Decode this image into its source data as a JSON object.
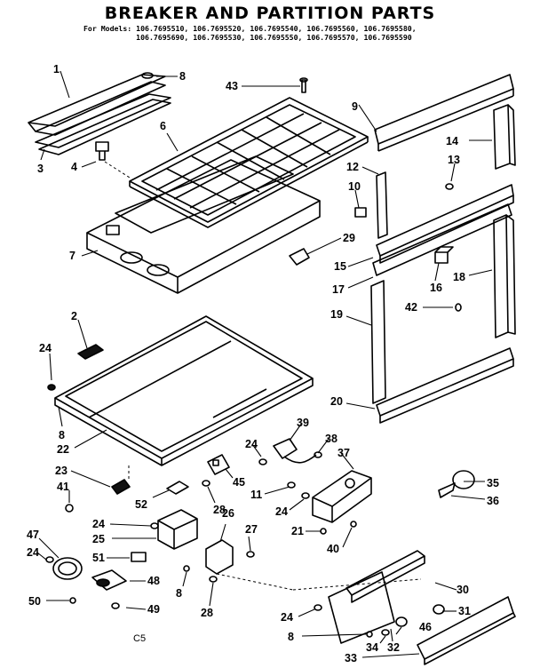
{
  "title": "BREAKER AND PARTITION PARTS",
  "models_prefix": "For Models:",
  "models_line1": "106.7695510, 106.7695520, 106.7695540, 106.7695560, 106.7695580,",
  "models_line2": "106.7695690, 106.7695530, 106.7695550, 106.7695570, 106.7695590",
  "footer_code": "C5",
  "callouts": {
    "c1": "1",
    "c2": "2",
    "c3": "3",
    "c4": "4",
    "c6": "6",
    "c7": "7",
    "c8a": "8",
    "c8b": "8",
    "c8c": "8",
    "c8d": "8",
    "c9": "9",
    "c10": "10",
    "c11": "11",
    "c12": "12",
    "c13": "13",
    "c14": "14",
    "c15": "15",
    "c16": "16",
    "c17": "17",
    "c18": "18",
    "c19": "19",
    "c20": "20",
    "c21": "21",
    "c22": "22",
    "c23": "23",
    "c24a": "24",
    "c24b": "24",
    "c24c": "24",
    "c24d": "24",
    "c24e": "24",
    "c24f": "24",
    "c25": "25",
    "c26": "26",
    "c27": "27",
    "c28a": "28",
    "c28b": "28",
    "c29": "29",
    "c30": "30",
    "c31": "31",
    "c32": "32",
    "c33": "33",
    "c34": "34",
    "c35": "35",
    "c36": "36",
    "c37": "37",
    "c38": "38",
    "c39": "39",
    "c40": "40",
    "c41": "41",
    "c42": "42",
    "c43": "43",
    "c45": "45",
    "c46": "46",
    "c47": "47",
    "c48": "48",
    "c49": "49",
    "c50": "50",
    "c51": "51",
    "c52": "52"
  }
}
